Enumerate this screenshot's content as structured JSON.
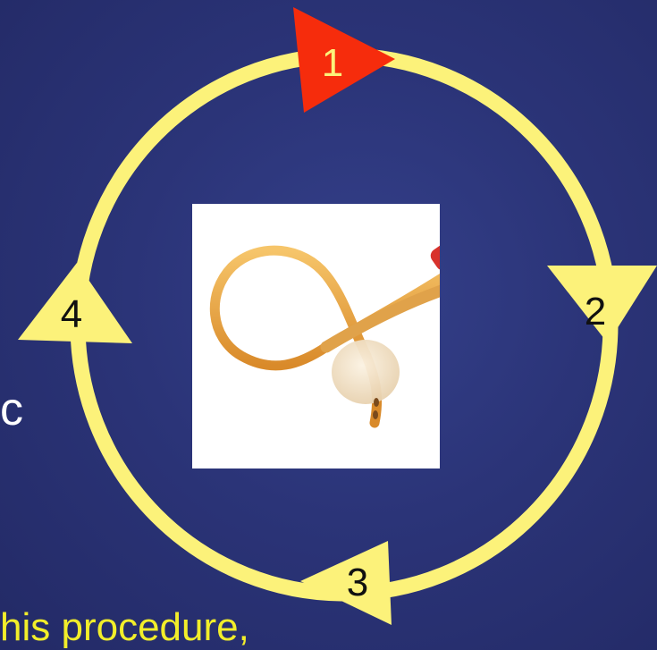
{
  "background_color": "#2b3478",
  "cycle_color": "#fcf27a",
  "highlight_color": "#f62c0c",
  "steps": [
    {
      "label": "1",
      "state": "active"
    },
    {
      "label": "2",
      "state": "normal"
    },
    {
      "label": "3",
      "state": "normal"
    },
    {
      "label": "4",
      "state": "normal"
    }
  ],
  "image": {
    "subject": "foley-catheter-photo"
  },
  "clipped_text": {
    "left_fragment": "c",
    "bottom_fragment": "his procedure,"
  }
}
